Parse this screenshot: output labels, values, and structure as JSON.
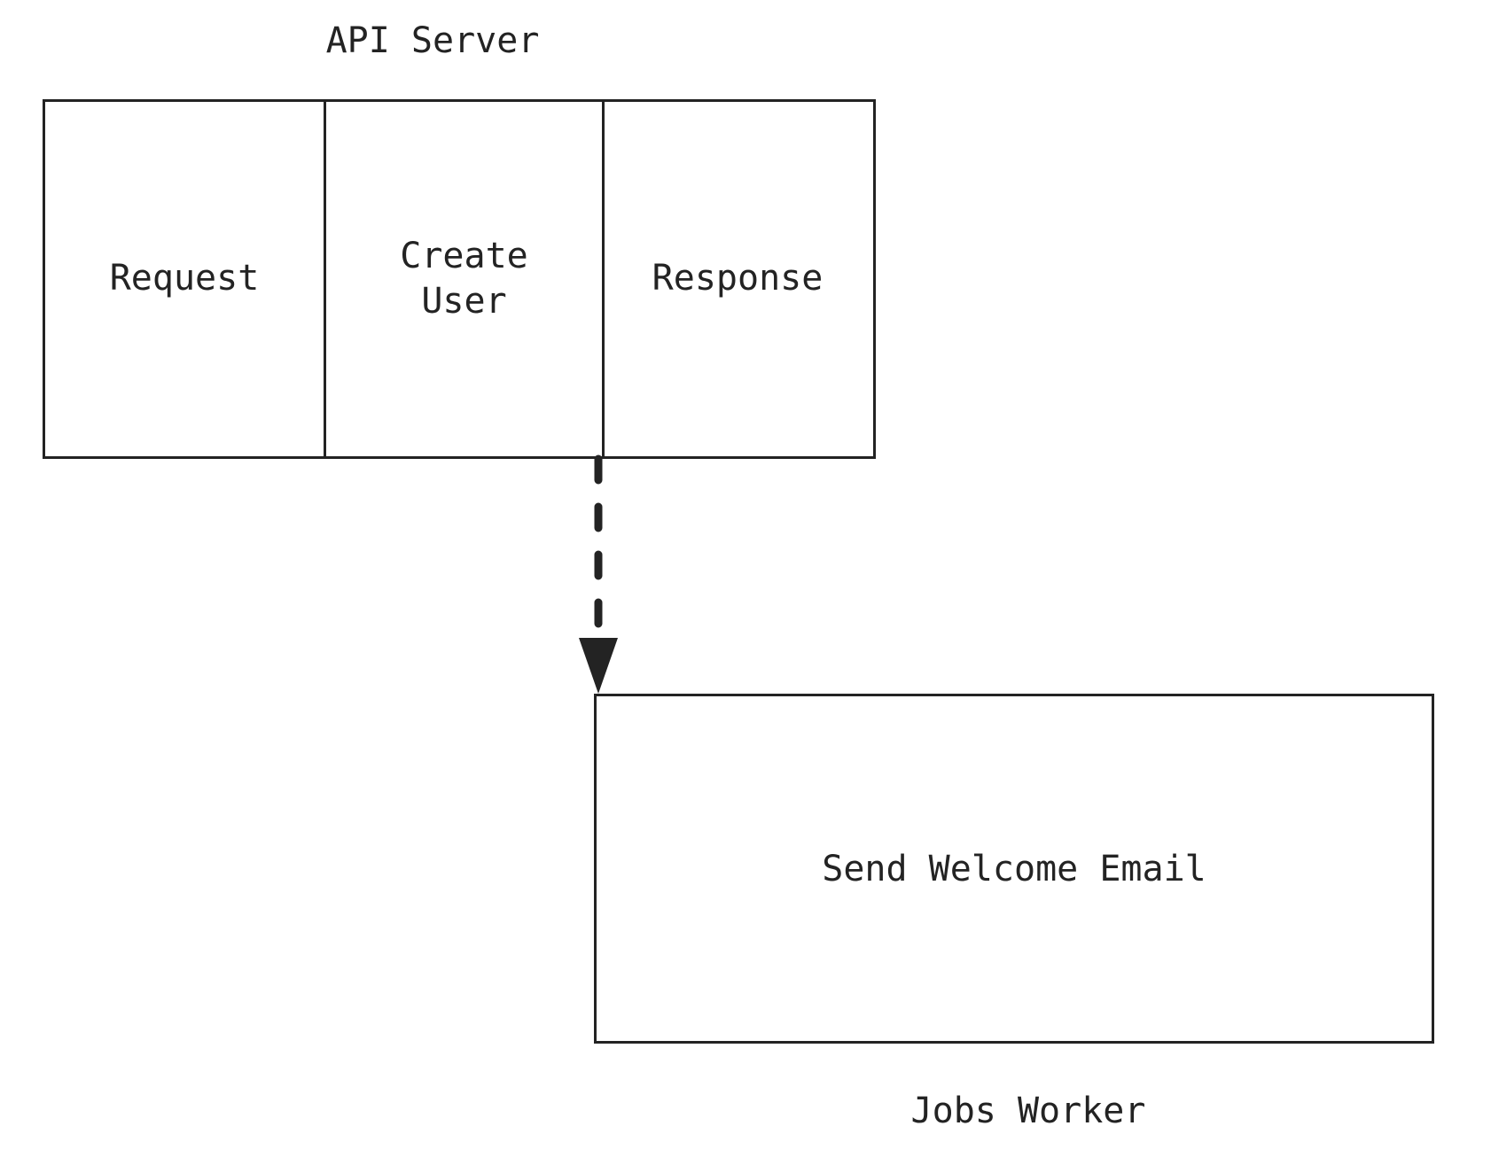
{
  "diagram": {
    "type": "flow-diagram",
    "background_color": "#ffffff",
    "stroke_color": "#232323",
    "stroke_width": 3,
    "groups": [
      {
        "name": "api-server",
        "title": "API Server",
        "title_position": "top",
        "cells": [
          {
            "name": "request",
            "label": "Request"
          },
          {
            "name": "create-user",
            "label": "Create\nUser"
          },
          {
            "name": "response",
            "label": "Response"
          }
        ]
      },
      {
        "name": "jobs-worker",
        "title": "Jobs Worker",
        "title_position": "bottom",
        "cells": [
          {
            "name": "send-welcome-email",
            "label": "Send Welcome Email"
          }
        ]
      }
    ],
    "connectors": [
      {
        "name": "create-user-to-jobs-worker",
        "style": "dashed",
        "arrowhead": "filled-triangle",
        "direction": "down",
        "from": "api-server.create-user",
        "to": "jobs-worker.send-welcome-email"
      }
    ]
  },
  "api_server": {
    "title": "API Server",
    "request_label": "Request",
    "create_user_label": "Create\nUser",
    "response_label": "Response"
  },
  "jobs_worker": {
    "title": "Jobs Worker",
    "task_label": "Send Welcome Email"
  }
}
